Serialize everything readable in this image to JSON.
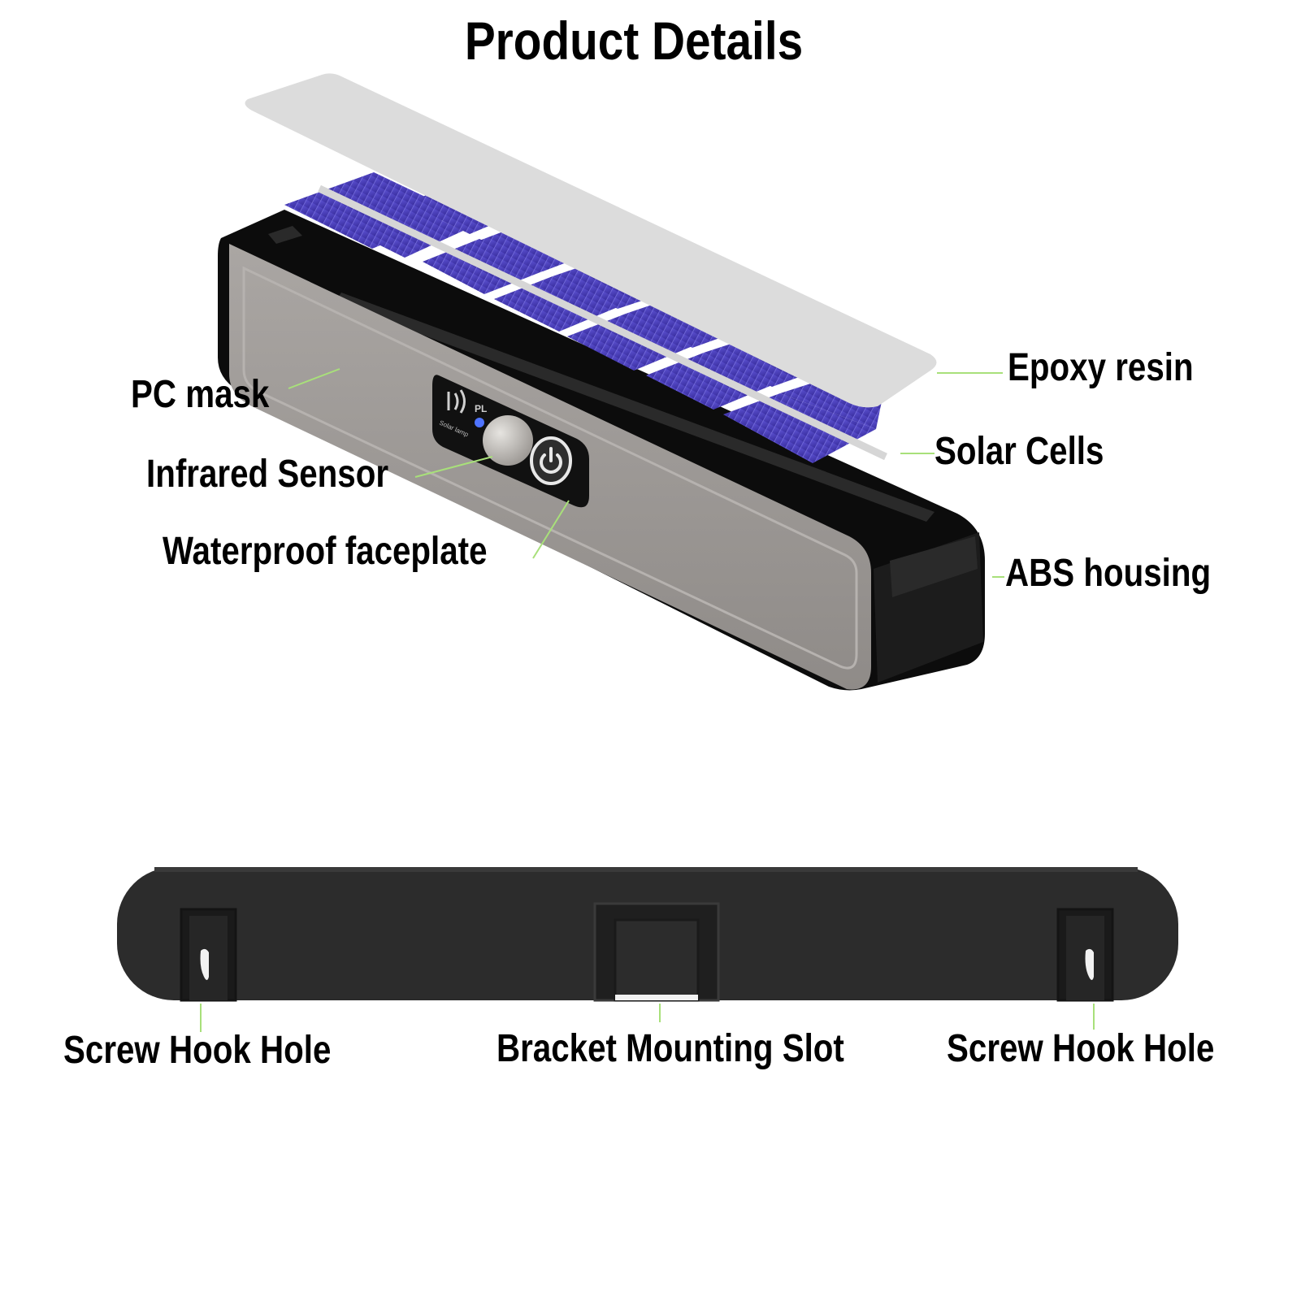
{
  "title": "Product Details",
  "labels": {
    "epoxy_resin": "Epoxy resin",
    "pc_mask": "PC mask",
    "solar_cells": "Solar Cells",
    "infrared_sensor": "Infrared Sensor",
    "waterproof_faceplate": "Waterproof faceplate",
    "abs_housing": "ABS housing",
    "screw_hook_hole_left": "Screw Hook Hole",
    "bracket_mounting_slot": "Bracket Mounting Slot",
    "screw_hook_hole_right": "Screw Hook Hole"
  },
  "device": {
    "badge_text": "PL",
    "badge_subtext": "Solar lamp"
  },
  "colors": {
    "leader_line": "#a8e07a",
    "solar_cell": "#4a3fb8",
    "housing": "#0c0c0c",
    "faceplate": "#9c9896",
    "resin": "#dcdcdc",
    "back_panel": "#2c2c2c"
  }
}
